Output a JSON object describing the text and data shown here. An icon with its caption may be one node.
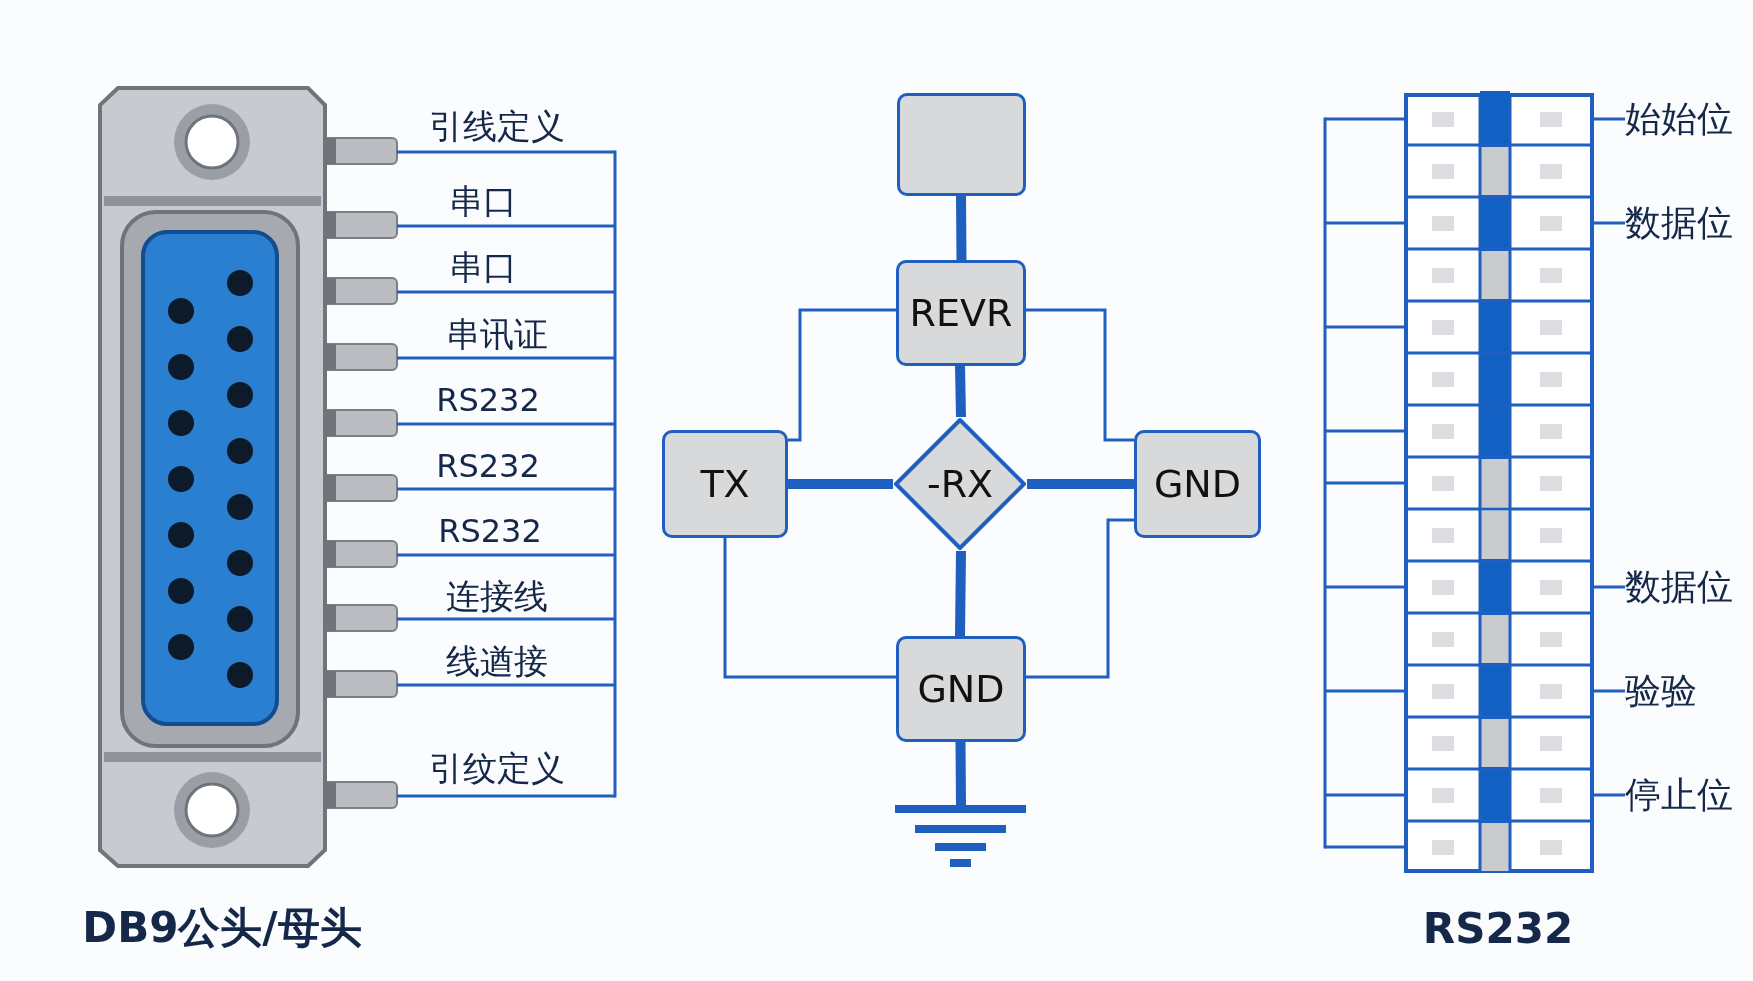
{
  "diagram": {
    "nodes": [
      {
        "text": [],
        "shape": "box"
      },
      {
        "text": [
          "REVR"
        ]
      },
      {
        "text": [
          "TX"
        ]
      },
      {
        "text": [
          "-RX"
        ]
      },
      {
        "text": [
          "GND"
        ]
      },
      {
        "text": [
          "GND"
        ]
      },
      {
        "text": [],
        "shape": "ground"
      },
      {
        "text": [
          "始始位"
        ]
      },
      {
        "text": [
          "数据位"
        ]
      },
      {
        "text": [
          "数据位"
        ]
      },
      {
        "text": [
          "验验"
        ]
      },
      {
        "text": [
          "停止位"
        ]
      },
      {
        "text": [],
        "shape": "box"
      }
    ],
    "edges": [
      {
        "from": 0,
        "to": 1,
        "arrow": "none",
        "style": "thick"
      },
      {
        "from": 1,
        "to": 3,
        "arrow": "none",
        "style": "thick"
      },
      {
        "from": 2,
        "to": 3,
        "arrow": "none",
        "style": "thick"
      },
      {
        "from": 3,
        "to": 4,
        "arrow": "none",
        "style": "thick"
      },
      {
        "from": 3,
        "to": 5,
        "arrow": "none",
        "style": "thick"
      },
      {
        "from": 5,
        "to": 6,
        "arrow": "none",
        "style": "thick"
      },
      {
        "from": 1,
        "to": 2,
        "arrow": "none"
      },
      {
        "from": 1,
        "to": 4,
        "arrow": "none"
      },
      {
        "from": 2,
        "to": 5,
        "arrow": "none"
      },
      {
        "from": 4,
        "to": 5,
        "arrow": "none"
      },
      {
        "from": 7,
        "to": 12,
        "arrow": "none"
      },
      {
        "from": 8,
        "to": 12,
        "arrow": "none"
      },
      {
        "from": 9,
        "to": 12,
        "arrow": "none"
      },
      {
        "from": 10,
        "to": 12,
        "arrow": "none"
      },
      {
        "from": 11,
        "to": 12,
        "arrow": "none"
      }
    ],
    "labels": [
      "引线定义",
      "串口",
      "串口",
      "串讯证",
      "RS232",
      "RS232",
      "RS232",
      "连接线",
      "线遒接",
      "引纹定义",
      "DB9公头/母头",
      "RS232"
    ]
  }
}
